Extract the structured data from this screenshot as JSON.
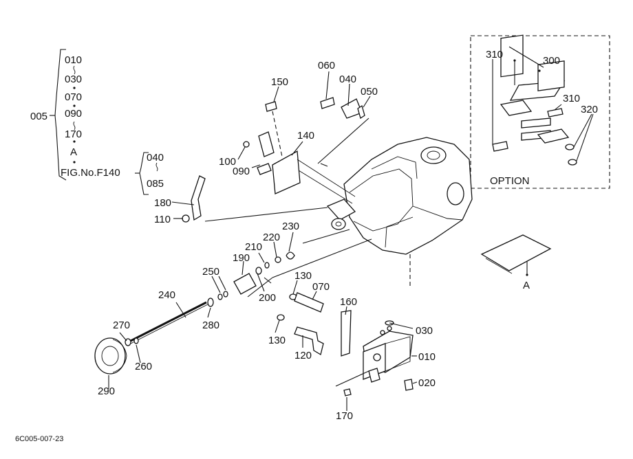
{
  "group_005": {
    "label": "005",
    "items": [
      "010",
      "030",
      "070",
      "090",
      "170",
      "A"
    ],
    "ref": "FIG.No.F140",
    "ref_range_start": "040",
    "ref_range_end": "085"
  },
  "option": {
    "title": "OPTION",
    "labels": [
      "310",
      "300",
      "310",
      "320"
    ]
  },
  "part_labels": {
    "p150": "150",
    "p060": "060",
    "p040": "040",
    "p050": "050",
    "p140": "140",
    "p100": "100",
    "p090": "090",
    "p180": "180",
    "p110": "110",
    "p230": "230",
    "p220": "220",
    "p210": "210",
    "p190": "190",
    "p250": "250",
    "p130a": "130",
    "p070": "070",
    "p200": "200",
    "p240": "240",
    "p280": "280",
    "p160": "160",
    "p130b": "130",
    "p270": "270",
    "p120": "120",
    "p260": "260",
    "p290": "290",
    "p030": "030",
    "p010": "010",
    "p020": "020",
    "p170": "170",
    "pA": "A"
  },
  "footer": {
    "drawing_no": "6C005-007-23"
  }
}
